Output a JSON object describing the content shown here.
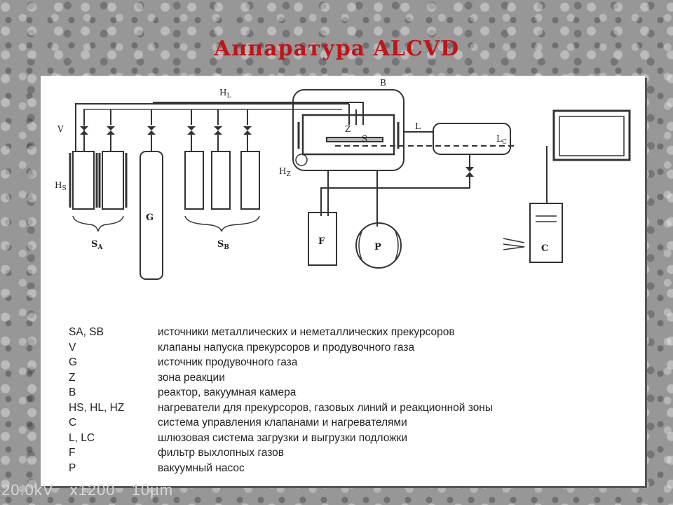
{
  "title": "Аппаратура ALCVD",
  "diagram_labels": {
    "hl": "H",
    "hl_sub": "L",
    "b": "B",
    "v": "V",
    "hs": "H",
    "hs_sub": "S",
    "sa": "S",
    "sa_sub": "A",
    "g": "G",
    "sb": "S",
    "sb_sub": "B",
    "z": "Z",
    "s": "S",
    "hz": "H",
    "hz_sub": "Z",
    "l": "L",
    "lc": "L",
    "lc_sub": "C",
    "f": "F",
    "p": "P",
    "c": "C"
  },
  "legend": [
    {
      "code": "SA, SB",
      "desc": "источники металлических и неметаллических прекурсоров"
    },
    {
      "code": "V",
      "desc": "клапаны напуска прекурсоров и продувочного газа"
    },
    {
      "code": "G",
      "desc": "источник продувочного газа"
    },
    {
      "code": "Z",
      "desc": "зона реакции"
    },
    {
      "code": "B",
      "desc": "реактор, вакуумная камера"
    },
    {
      "code": "HS, HL, HZ",
      "desc": "нагреватели для прекурсоров, газовых линий и реакционной зоны"
    },
    {
      "code": "C",
      "desc": "система управления клапанами и нагревателями"
    },
    {
      "code": "L, LC",
      "desc": "шлюзовая система загрузки и выгрузки подложки"
    },
    {
      "code": "F",
      "desc": "фильтр выхлопных газов"
    },
    {
      "code": "P",
      "desc": "вакуумный насос"
    }
  ],
  "sem_info": "20.0kV x1200 10µm"
}
